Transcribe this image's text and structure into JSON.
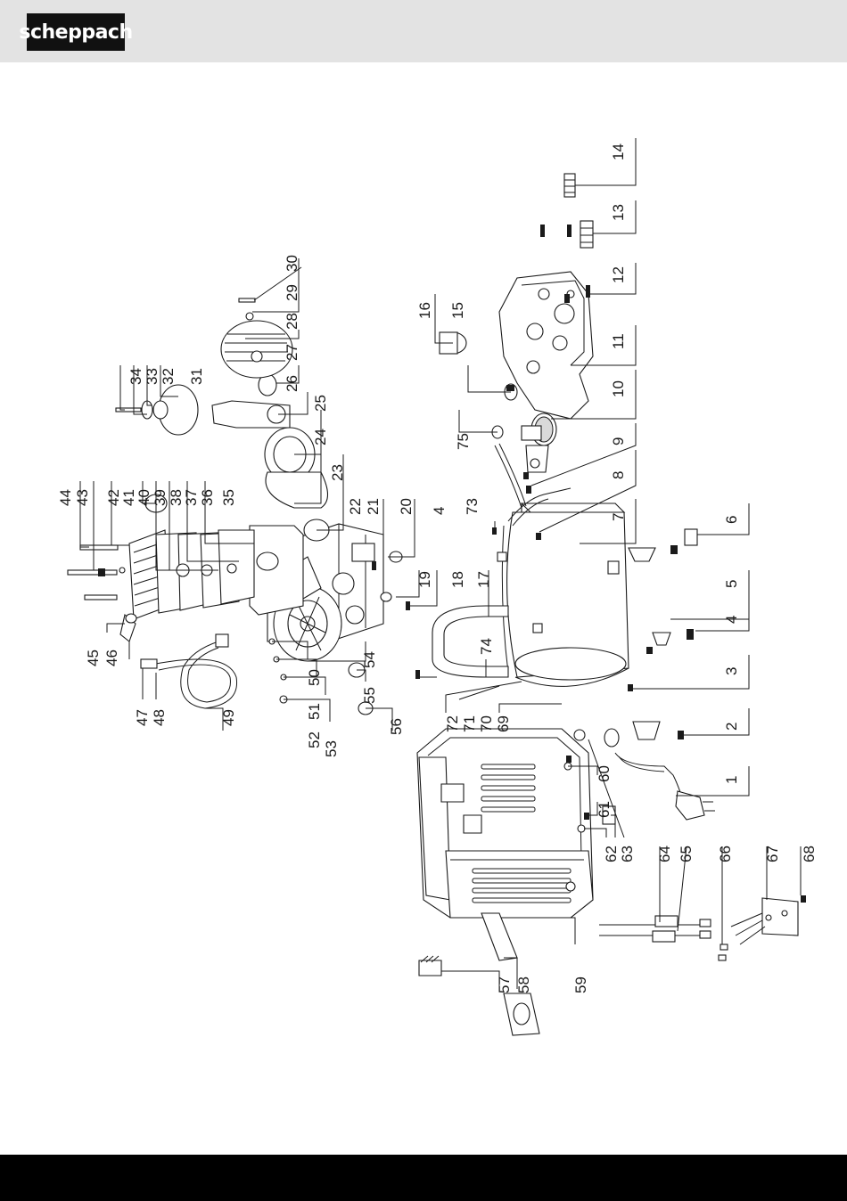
{
  "brand": {
    "logo_text": "scheppach"
  },
  "labels": {
    "n1": "1",
    "n2": "2",
    "n3": "3",
    "n4": "4",
    "n5": "5",
    "n6": "6",
    "n7": "7",
    "n8": "8",
    "n9": "9",
    "n10": "10",
    "n11": "11",
    "n12": "12",
    "n13": "13",
    "n14": "14",
    "n15": "15",
    "n16": "16",
    "n17": "17",
    "n18": "18",
    "n19": "19",
    "n20": "20",
    "n21": "21",
    "n22": "22",
    "n23": "23",
    "n24": "24",
    "n25": "25",
    "n26": "26",
    "n27": "27",
    "n28": "28",
    "n29": "29",
    "n30": "30",
    "n31": "31",
    "n32": "32",
    "n33": "33",
    "n34": "34",
    "n35": "35",
    "n36": "36",
    "n37": "37",
    "n38": "38",
    "n39": "39",
    "n40": "40",
    "n41": "41",
    "n42": "42",
    "n43": "43",
    "n44": "44",
    "n45": "45",
    "n46": "46",
    "n47": "47",
    "n48": "48",
    "n49": "49",
    "n50": "50",
    "n51": "51",
    "n52": "52",
    "n53": "53",
    "n54": "54",
    "n55": "55",
    "n56": "56",
    "n57": "57",
    "n58": "58",
    "n59": "59",
    "n60": "60",
    "n61": "61",
    "n62": "62",
    "n63": "63",
    "n64": "64",
    "n65": "65",
    "n66": "66",
    "n67": "67",
    "n68": "68",
    "n69": "69",
    "n70": "70",
    "n71": "71",
    "n72": "72",
    "n73": "73",
    "n74": "74",
    "n75": "75",
    "n4b": "4"
  }
}
